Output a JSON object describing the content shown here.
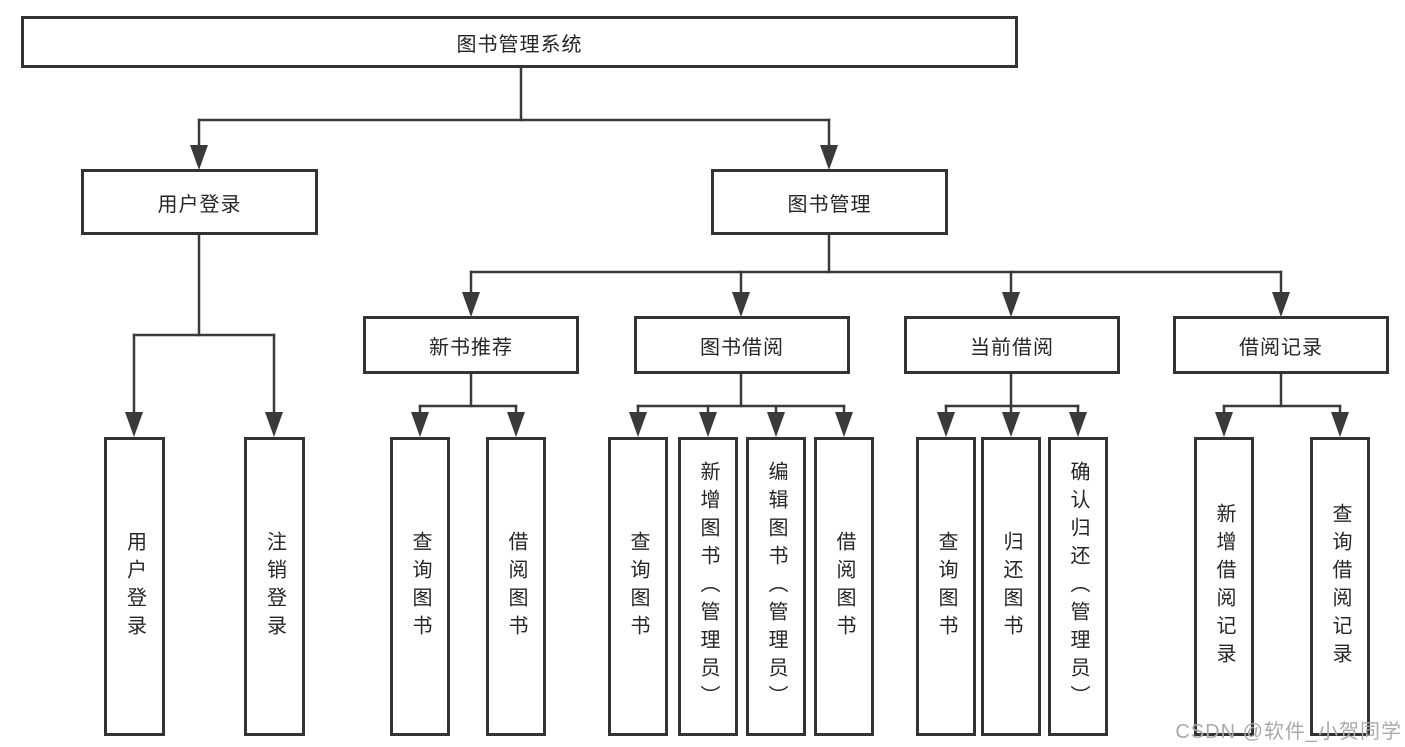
{
  "tree": {
    "root": {
      "label": "图书管理系统"
    },
    "branches": [
      {
        "label": "用户登录",
        "children": [
          {
            "label": "用户登录"
          },
          {
            "label": "注销登录"
          }
        ]
      },
      {
        "label": "图书管理",
        "children": [
          {
            "label": "新书推荐",
            "children": [
              {
                "label": "查询图书"
              },
              {
                "label": "借阅图书"
              }
            ]
          },
          {
            "label": "图书借阅",
            "children": [
              {
                "label": "查询图书"
              },
              {
                "label": "新增图书（管理员）"
              },
              {
                "label": "编辑图书（管理员）"
              },
              {
                "label": "借阅图书"
              }
            ]
          },
          {
            "label": "当前借阅",
            "children": [
              {
                "label": "查询图书"
              },
              {
                "label": "归还图书"
              },
              {
                "label": "确认归还（管理员）"
              }
            ]
          },
          {
            "label": "借阅记录",
            "children": [
              {
                "label": "新增借阅记录"
              },
              {
                "label": "查询借阅记录"
              }
            ]
          }
        ]
      }
    ]
  },
  "watermark": {
    "text": "CSDN @软件_小贺同学"
  },
  "colors": {
    "line": "#3a3a3a",
    "box_border": "#333333",
    "text": "#262626",
    "background": "#ffffff",
    "watermark": "#aaaaaa"
  }
}
